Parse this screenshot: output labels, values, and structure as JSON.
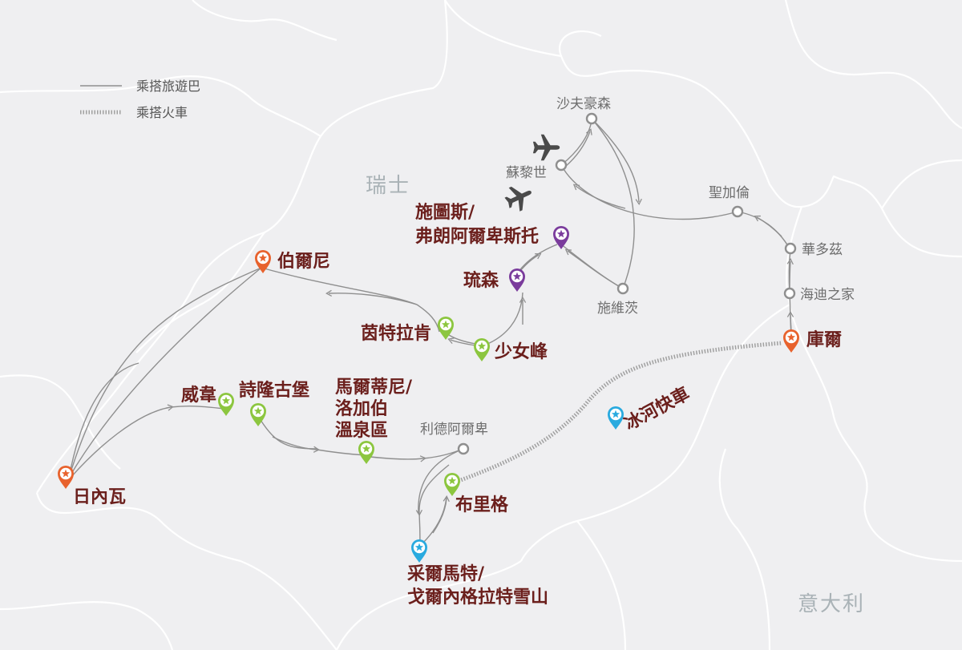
{
  "legend": {
    "bus": "乘搭旅遊巴",
    "train": "乘搭火車"
  },
  "countries": {
    "switzerland": "瑞士",
    "italy": "意大利"
  },
  "places": {
    "geneva": "日內瓦",
    "bern": "伯爾尼",
    "vevey": "威韋",
    "chillon": "詩隆古堡",
    "martigny_1": "馬爾蒂尼/",
    "martigny_2": "洛加伯",
    "martigny_3": "溫泉區",
    "leuk": "利德阿爾卑",
    "brig": "布里格",
    "zermatt_1": "采爾馬特/",
    "zermatt_2": "戈爾內格拉特雪山",
    "interlaken": "茵特拉肯",
    "jungfrau": "少女峰",
    "lucerne": "琉森",
    "stans_1": "施圖斯/",
    "stans_2": "弗朗阿爾卑斯托",
    "schwyz": "施維茨",
    "zurich": "蘇黎世",
    "schaffhausen": "沙夫豪森",
    "st_gallen": "聖加倫",
    "vaduz": "華多茲",
    "heidi": "海迪之家",
    "chur": "庫爾",
    "glacier_express": "冰河快車"
  },
  "colors": {
    "background": "#efeff1",
    "land_border": "#ffffff",
    "route": "#8f8f8f",
    "orange": "#e8622d",
    "green": "#8cc63f",
    "purple": "#7a3b9c",
    "blue": "#29aadf",
    "label_major": "#6b1f1c",
    "label_minor": "#6e6e6e",
    "country_label": "#a9b2b6"
  },
  "icons": [
    "airplane-icon",
    "airplane-icon",
    "star-marker-icon",
    "stop-circle-icon"
  ]
}
